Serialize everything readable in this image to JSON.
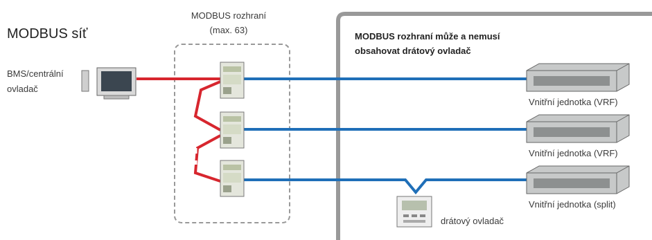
{
  "network_title": "MODBUS síť",
  "bms": {
    "line1": "BMS/centrální",
    "line2": "ovladač"
  },
  "interface": {
    "line1": "MODBUS rozhraní",
    "line2": "(max. 63)"
  },
  "note": {
    "line1": "MODBUS rozhraní může a nemusí",
    "line2": "obsahovat drátový ovladač"
  },
  "units": [
    {
      "label": "Vnitřní jednotka (VRF)"
    },
    {
      "label": "Vnitřní jednotka (VRF)"
    },
    {
      "label": "Vnitřní jednotka (split)"
    }
  ],
  "wired_controller": "drátový ovladač",
  "colors": {
    "red_line": "#d7262e",
    "blue_line": "#1f6fb8",
    "frame": "#999999",
    "dashed": "#999999"
  }
}
